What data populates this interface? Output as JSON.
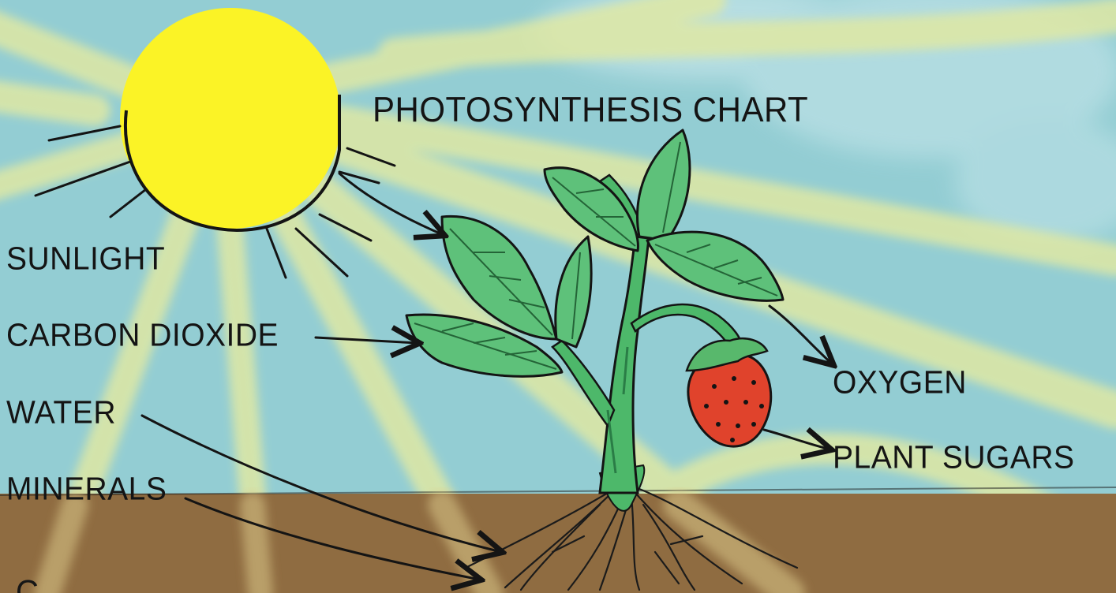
{
  "diagram": {
    "title": "PHOTOSYNTHESIS CHART",
    "inputs": {
      "sunlight": "SUNLIGHT",
      "carbon_dioxide": "CARBON DIOXIDE",
      "water": "WATER",
      "minerals": "MINERALS"
    },
    "outputs": {
      "oxygen": "OXYGEN",
      "plant_sugars": "PLANT SUGARS"
    },
    "bottom_caption_fragment": "C"
  },
  "colors": {
    "sky": "#93cdd3",
    "sun": "#fbf326",
    "rays": "#dde8a6",
    "soil": "#8f6c41",
    "leaf": "#5ec17a",
    "stem": "#4db86a",
    "strawberry": "#e0432c",
    "strawberry_cap": "#58b86c",
    "ink": "#141414",
    "cloud": "#b8dfe4"
  }
}
